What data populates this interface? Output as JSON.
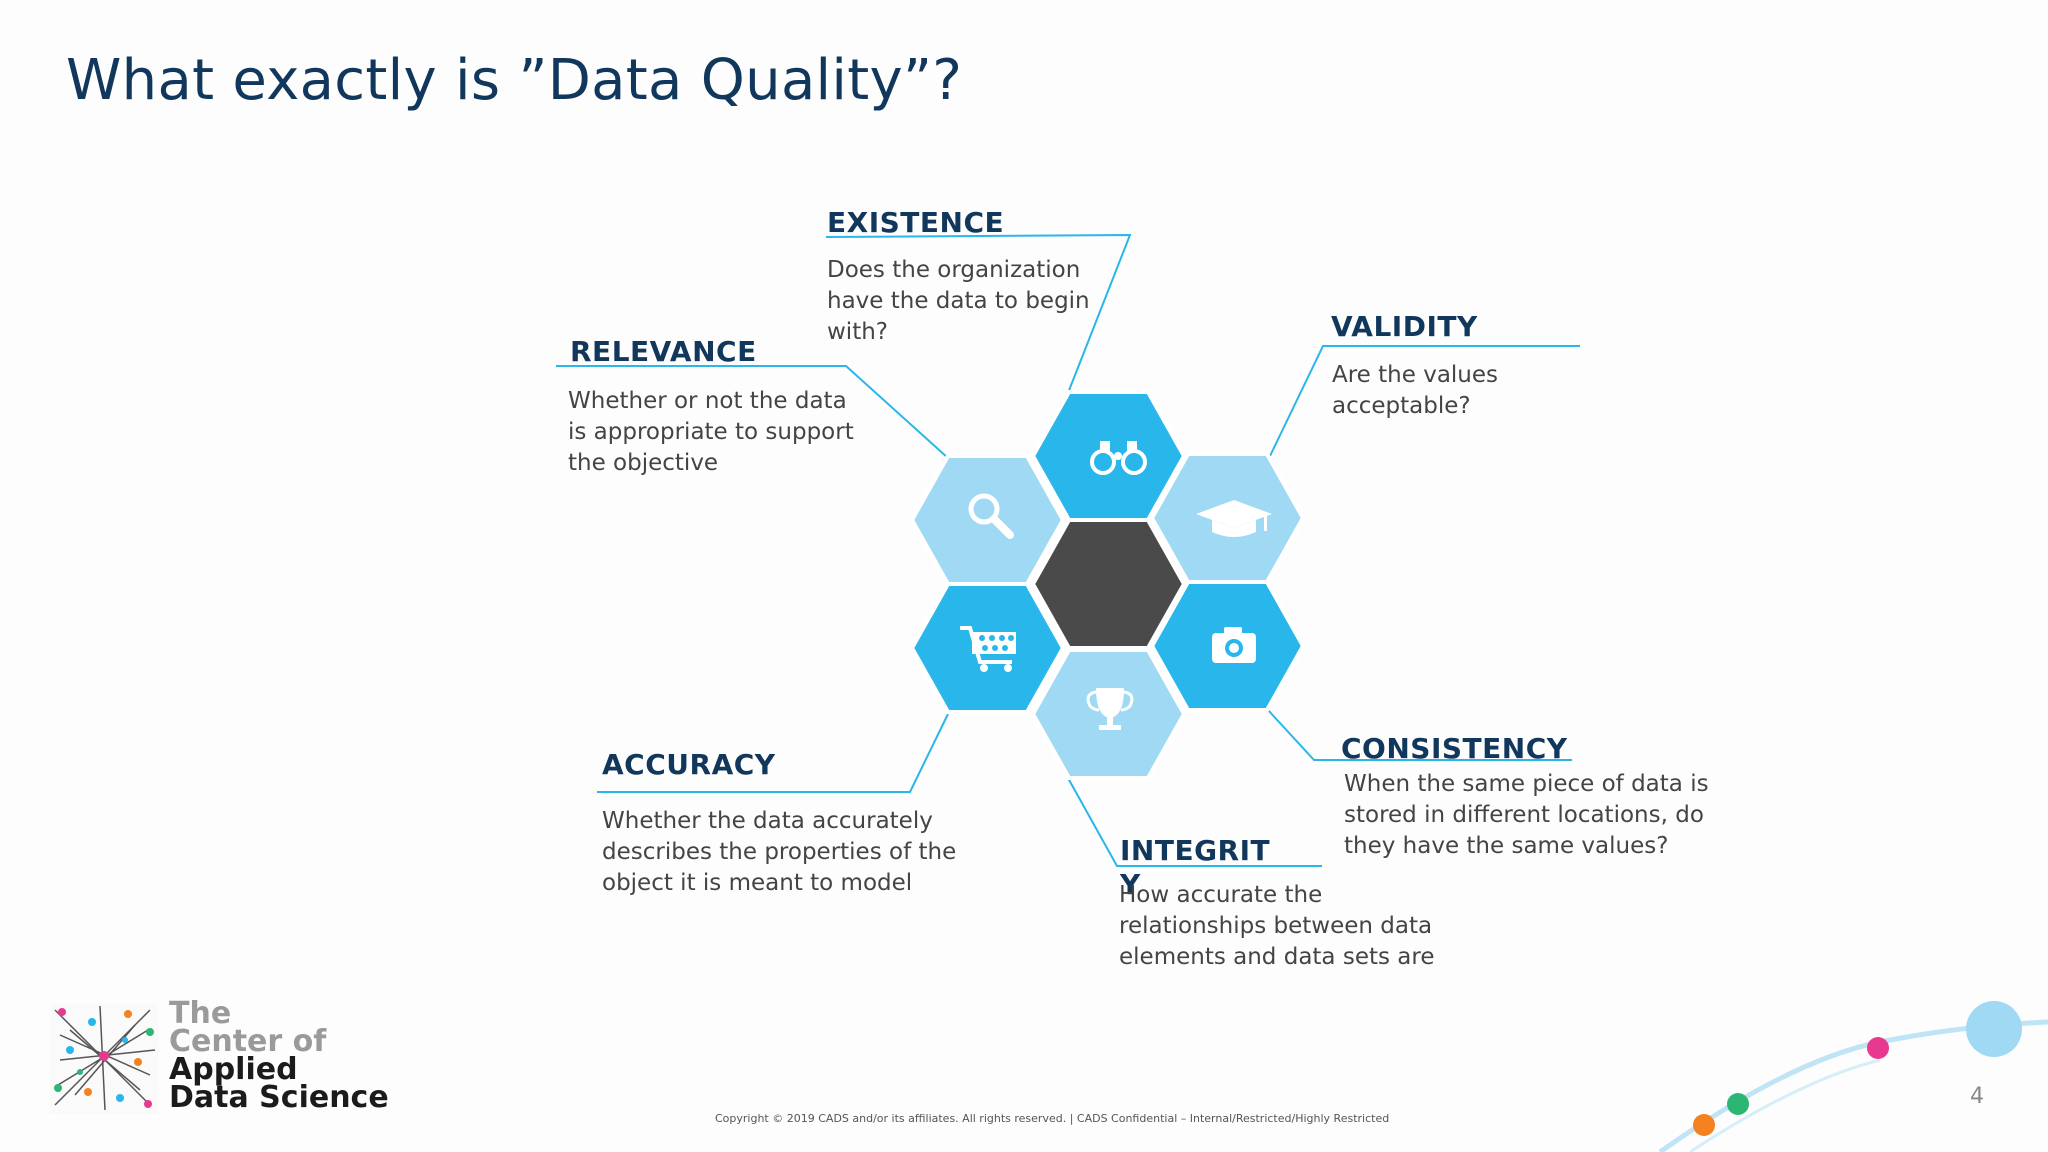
{
  "slide": {
    "title": "What exactly is ”Data Quality”?",
    "page_number": "4",
    "copyright": "Copyright © 2019 CADS and/or its affiliates. All rights reserved.  |  CADS Confidential – Internal/Restricted/Highly Restricted"
  },
  "dimensions": {
    "existence": {
      "heading": "EXISTENCE",
      "lines": [
        "Does the organization",
        "have the data to begin",
        "with?"
      ],
      "icon": "binoculars-icon"
    },
    "relevance": {
      "heading": "RELEVANCE",
      "lines": [
        "Whether or not the data",
        "is appropriate to support",
        "the objective"
      ],
      "icon": "magnifier-icon"
    },
    "validity": {
      "heading": "VALIDITY",
      "lines": [
        "Are the values",
        "acceptable?"
      ],
      "icon": "graduation-cap-icon"
    },
    "consistency": {
      "heading": "CONSISTENCY",
      "lines": [
        "When the same piece of data is",
        "stored in different locations, do",
        "they have the same values?"
      ],
      "icon": "camera-icon"
    },
    "accuracy": {
      "heading": "ACCURACY",
      "lines": [
        "Whether the data accurately",
        "describes the properties of the",
        "object it is meant to model"
      ],
      "icon": "shopping-cart-icon"
    },
    "integrity": {
      "heading_line1": "INTEGRIT",
      "heading_line2": "Y",
      "lines": [
        "How accurate the",
        "relationships between data",
        "elements and data sets are"
      ],
      "icon": "trophy-icon"
    }
  },
  "logo": {
    "line1": "The",
    "line2": "Center of",
    "line3": "Applied",
    "line4": "Data Science"
  },
  "colors": {
    "title": "#12375c",
    "hex_bright": "#29b6ea",
    "hex_light": "#9fd9f4",
    "hex_center": "#4a4a4a",
    "connector": "#29b6ea",
    "deco_pink": "#e8388f",
    "deco_green": "#2bb673",
    "deco_orange": "#f58220",
    "deco_blue": "#9fd9f4"
  }
}
